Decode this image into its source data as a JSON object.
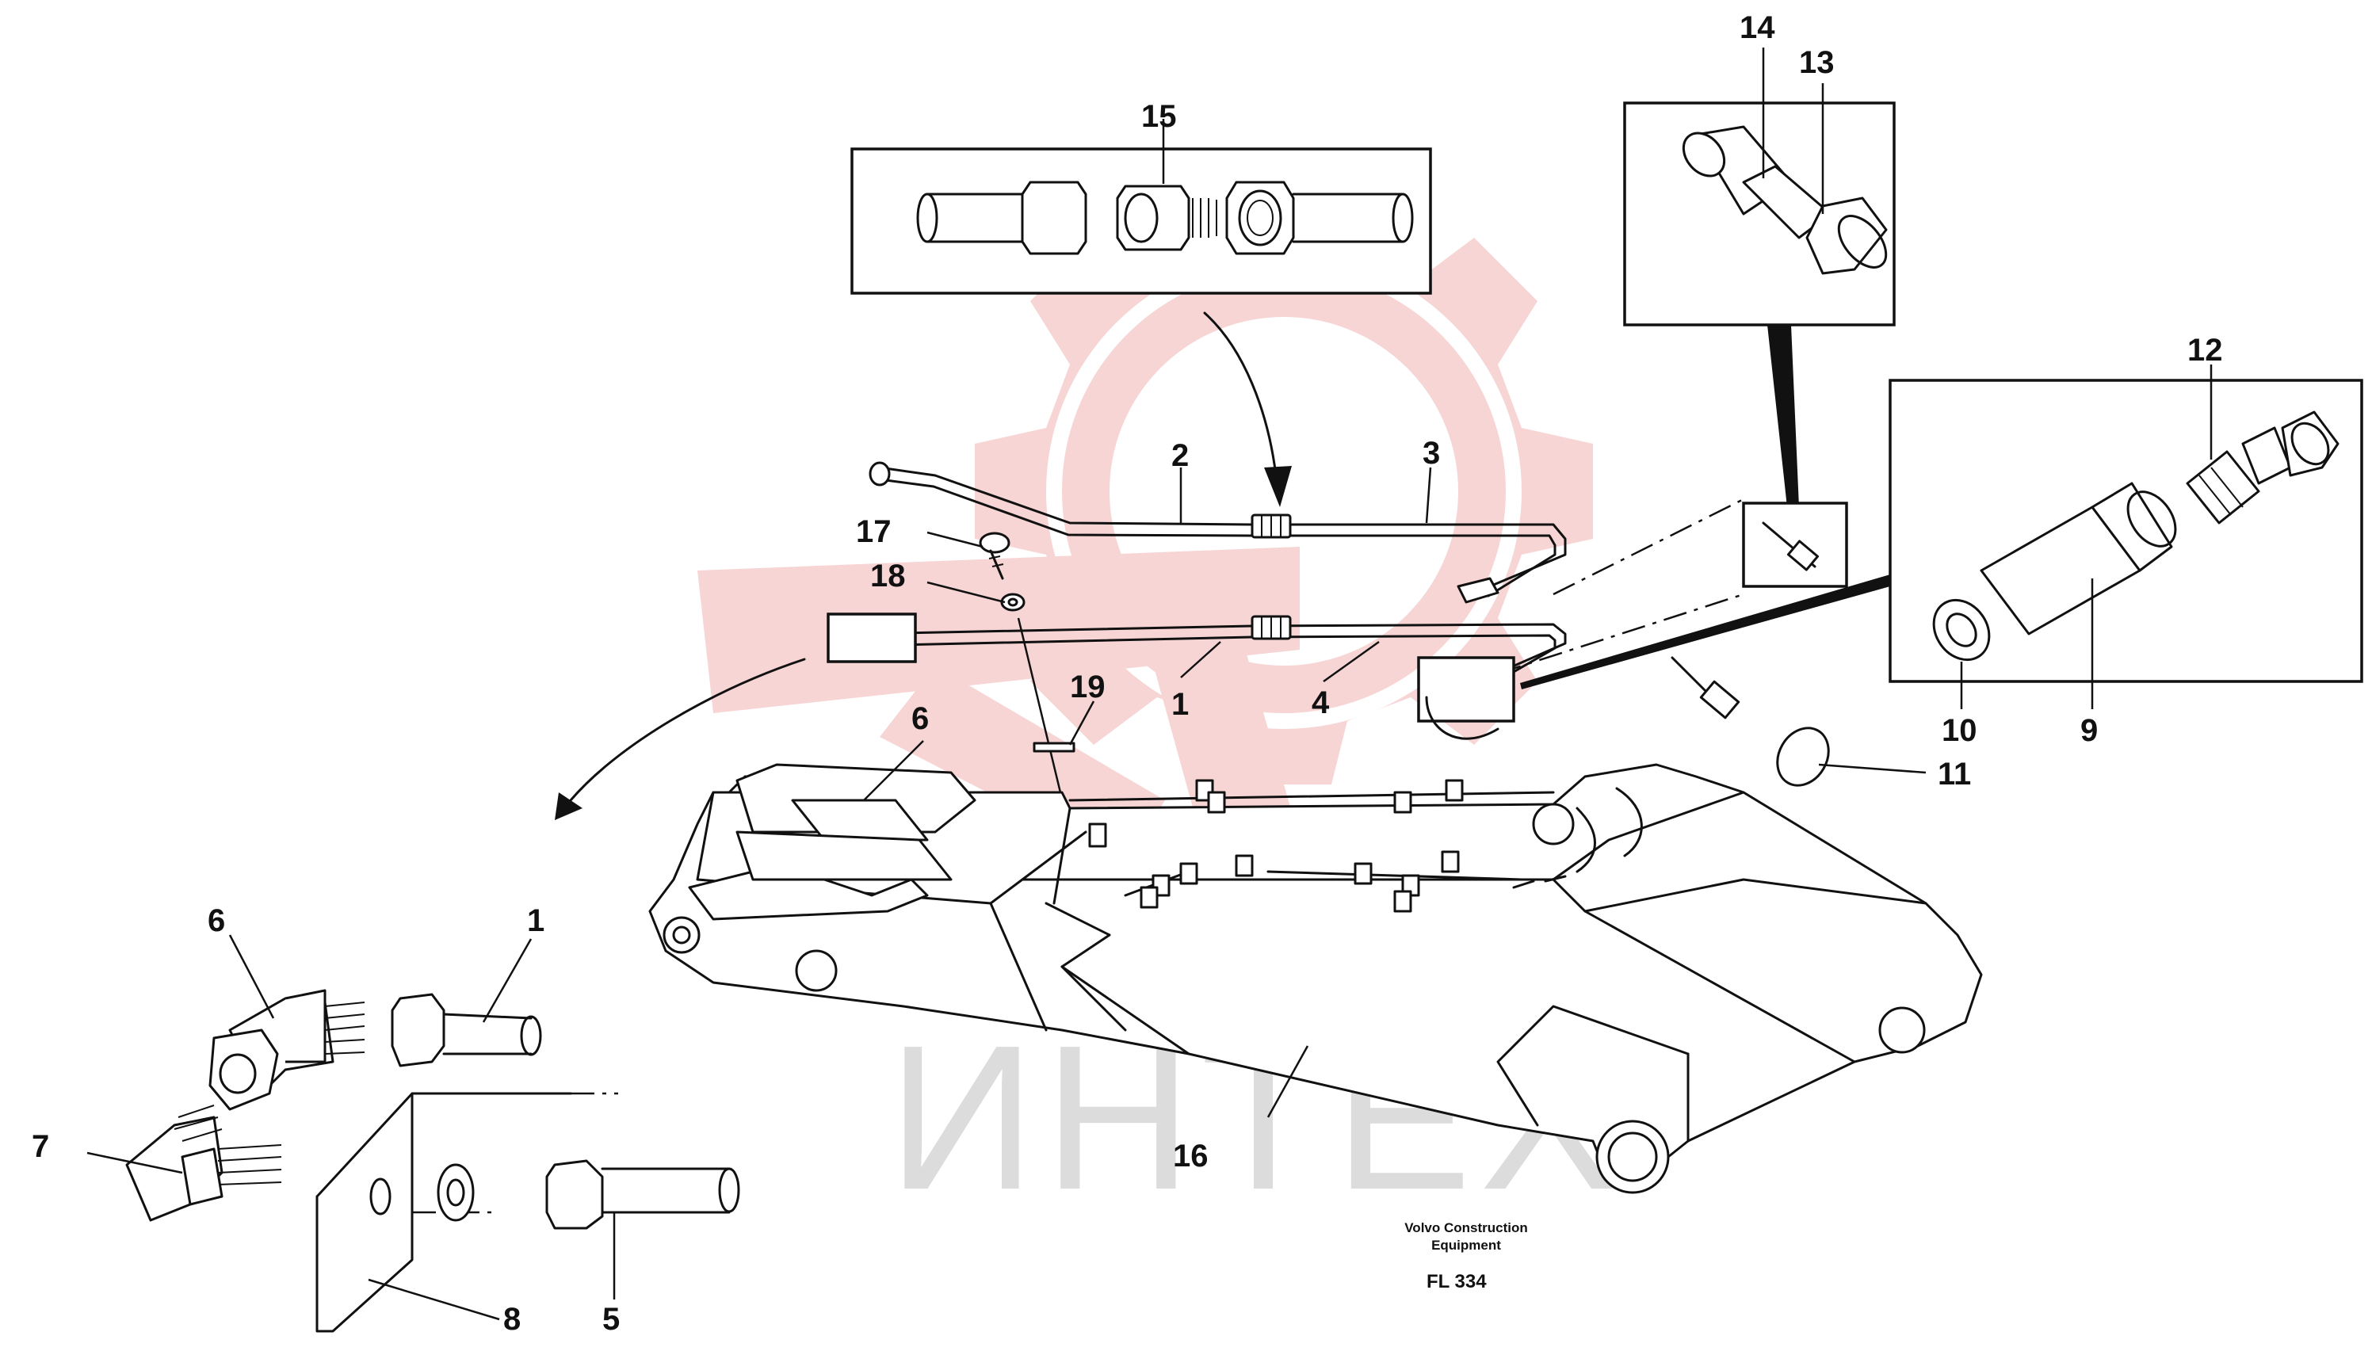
{
  "callouts": {
    "c1_top": "1",
    "c1_left": "1",
    "c2": "2",
    "c3": "3",
    "c4": "4",
    "c5": "5",
    "c6_top": "6",
    "c6_left": "6",
    "c7": "7",
    "c8": "8",
    "c9": "9",
    "c10": "10",
    "c11": "11",
    "c12": "12",
    "c13": "13",
    "c14": "14",
    "c15": "15",
    "c16": "16",
    "c17": "17",
    "c18": "18",
    "c19": "19"
  },
  "caption": {
    "maker_line1": "Volvo Construction",
    "maker_line2": "Equipment",
    "code": "FL 334"
  },
  "watermark": {
    "text": "ИНТЕХ",
    "logo_color": "#f3b3b3",
    "text_color": "#dcdcdc"
  }
}
